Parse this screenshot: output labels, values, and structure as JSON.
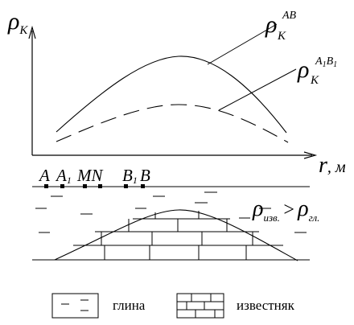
{
  "axes": {
    "y_symbol": "ρ",
    "y_subscript": "К",
    "x_label": "r",
    "x_unit": ", м"
  },
  "curves": {
    "solid": {
      "symbol": "ρ",
      "subscript": "К",
      "superscript": "AB"
    },
    "dashed": {
      "symbol": "ρ",
      "subscript": "К",
      "superscript_main": "A",
      "superscript_sub1": "1",
      "superscript_mid": "B",
      "superscript_sub2": "1"
    }
  },
  "electrodes": {
    "A": "A",
    "A1": "A",
    "A1_sub": "1",
    "MN": "MN",
    "B1": "B",
    "B1_sub": "1",
    "B": "B"
  },
  "relation": {
    "left_symbol": "ρ",
    "left_subscript": "изв.",
    "operator": ">",
    "right_symbol": "ρ",
    "right_subscript": "гл."
  },
  "legend": {
    "clay_label": "глина",
    "limestone_label": "известняк"
  }
}
